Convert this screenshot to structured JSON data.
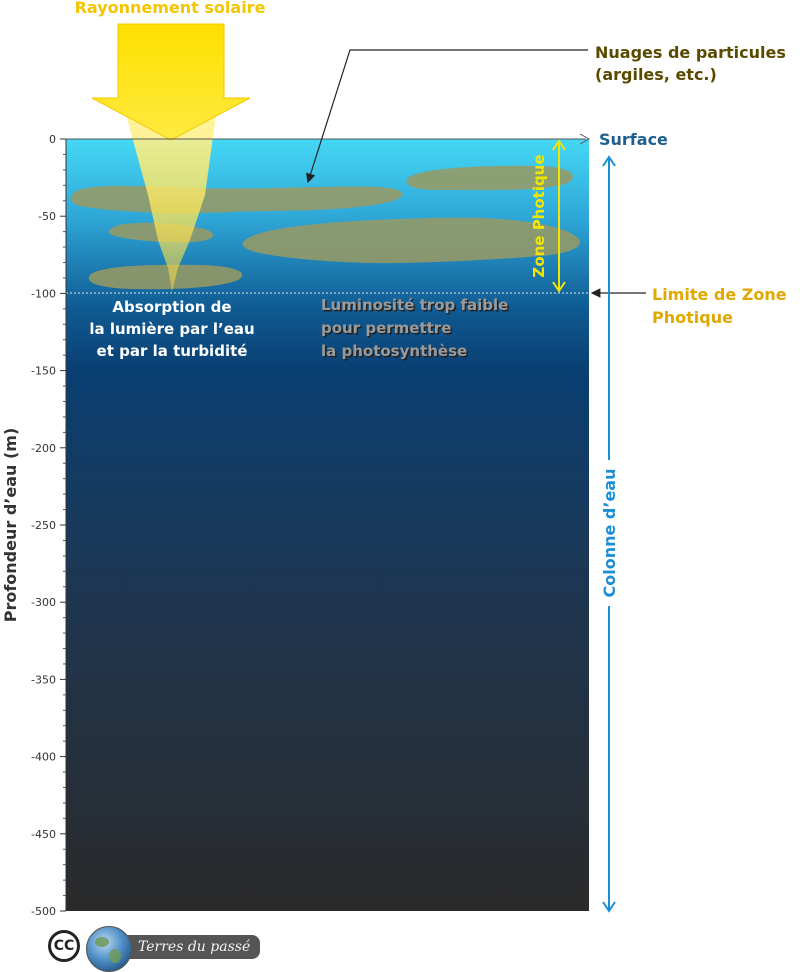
{
  "labels": {
    "sun": "Rayonnement solaire",
    "particles_line1": "Nuages de particules",
    "particles_line2": "(argiles, etc.)",
    "surface": "Surface",
    "photic_zone_vertical": "Zone Photique",
    "photic_limit_line1": "Limite de Zone",
    "photic_limit_line2": "Photique",
    "absorption_line1": "Absorption de",
    "absorption_line2": "la lumière par l’eau",
    "absorption_line3": "et par la turbidité",
    "low_light_line1": "Luminosité trop faible",
    "low_light_line2": "pour permettre",
    "low_light_line3": "la photosynthèse",
    "water_column": "Colonne d’eau",
    "y_axis": "Profondeur d’eau (m)"
  },
  "axis": {
    "ticks": [
      "0",
      "-50",
      "-100",
      "-150",
      "-200",
      "-250",
      "-300",
      "-350",
      "-400",
      "-450",
      "-500"
    ],
    "min_depth": 0,
    "max_depth": -500,
    "photic_limit_depth": -100
  },
  "logo": {
    "cc": "CC",
    "text": "Terres du passé"
  },
  "colors": {
    "surface_water": "#3fd4f2",
    "mid_water": "#0d4a7f",
    "deep_water": "#2a2a2a",
    "sun_yellow": "#fde000",
    "label_gold": "#e0a800",
    "surface_blue": "#1f5f8f",
    "column_blue": "#1a8fd6",
    "photic_yellow": "#f2e600",
    "particles_brown": "#5a4a00",
    "cloud_khaki": "#9a9a62"
  }
}
